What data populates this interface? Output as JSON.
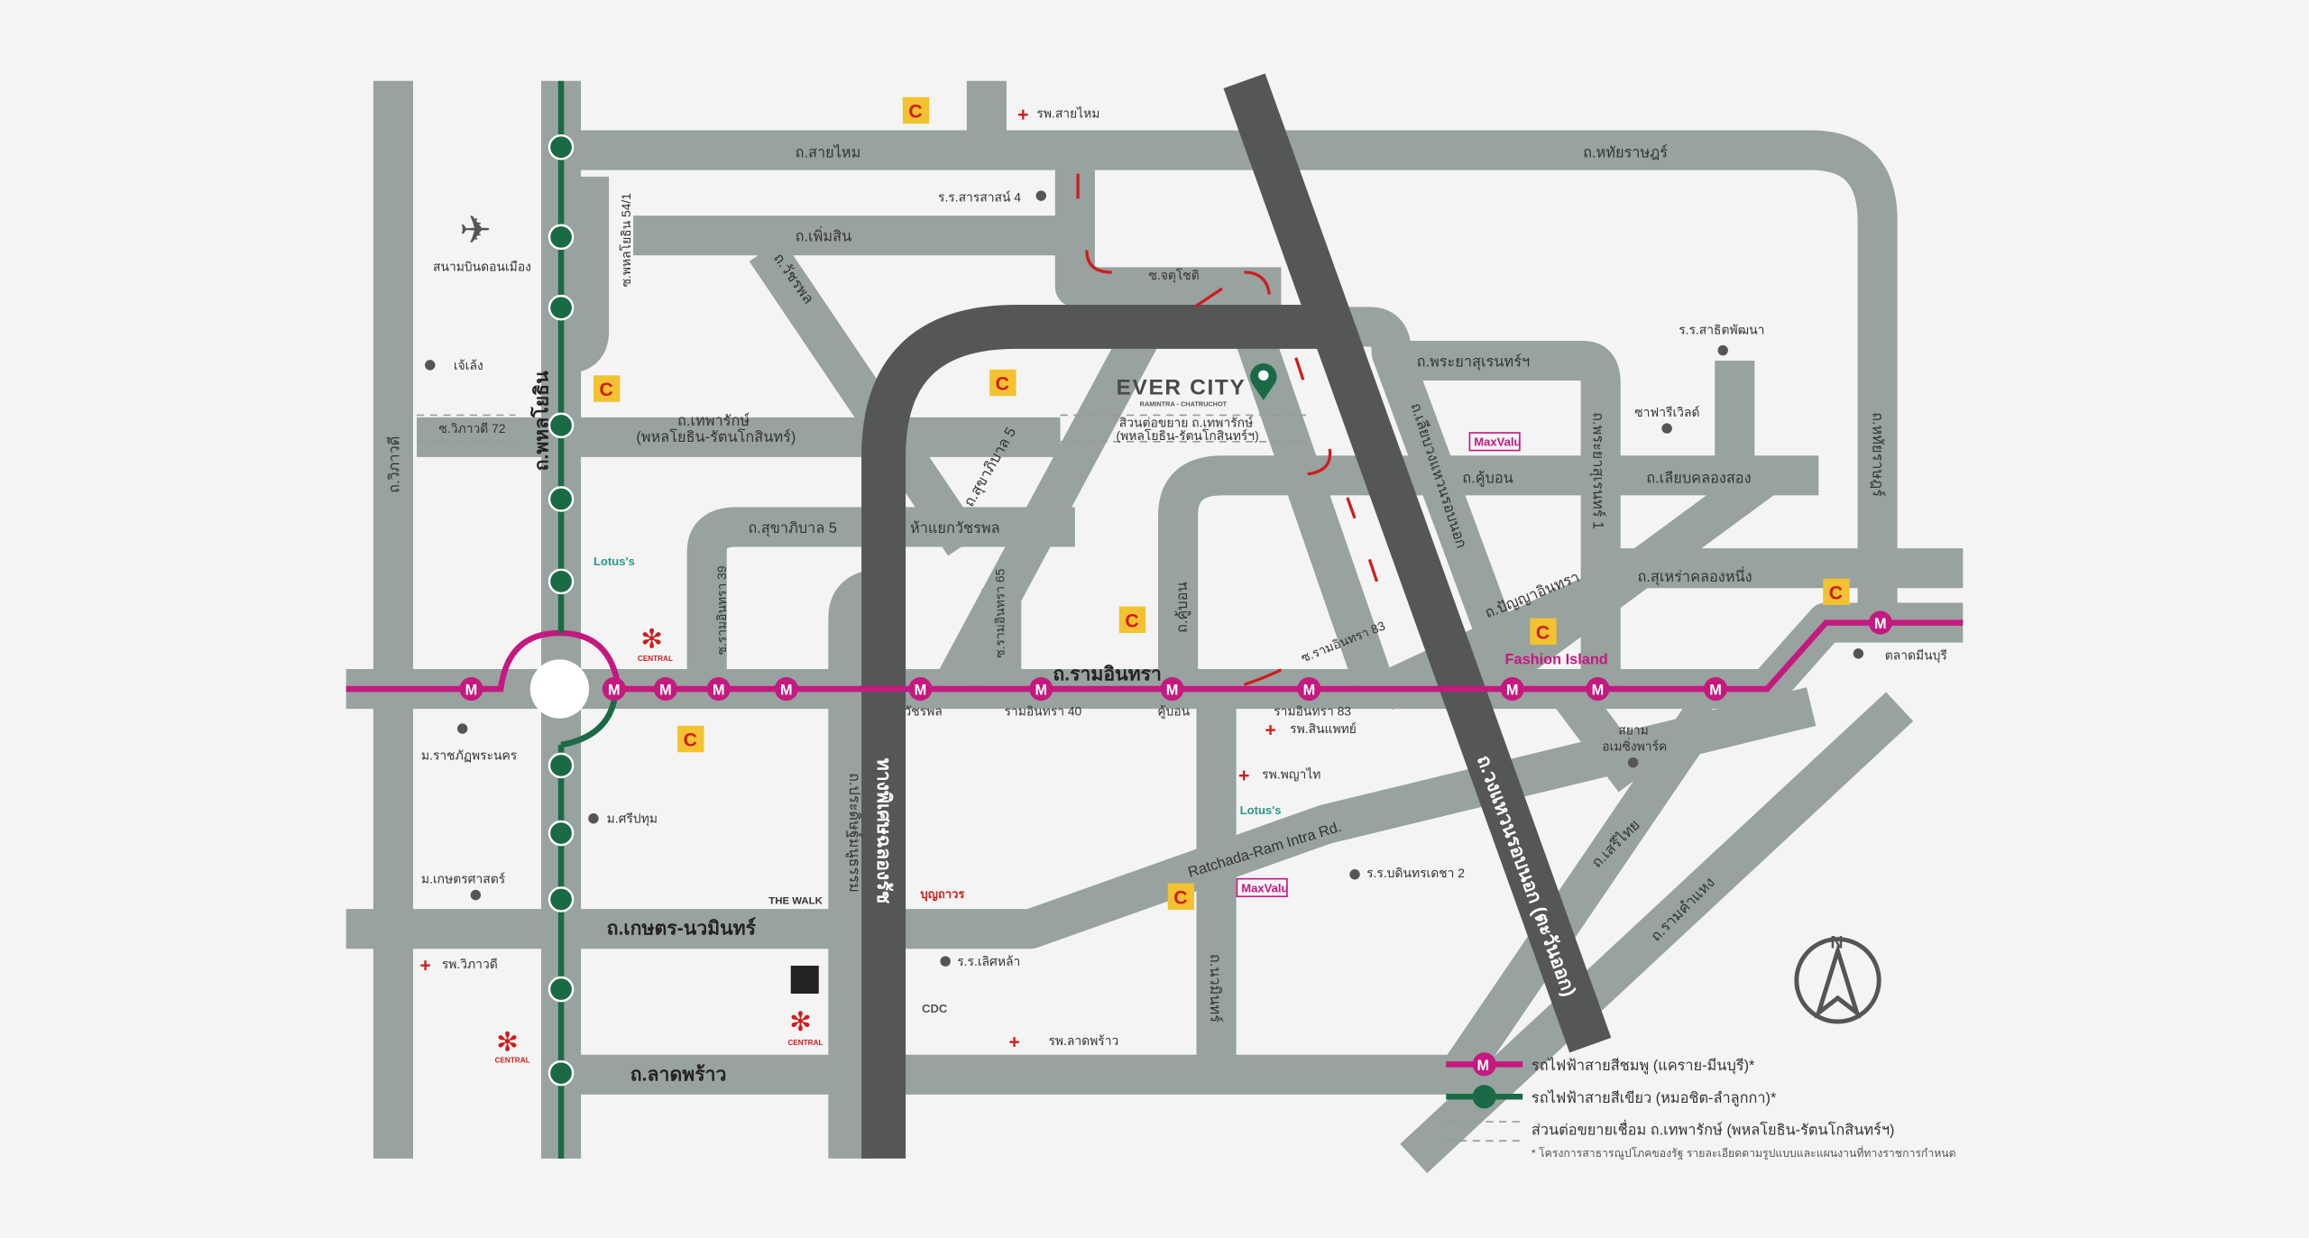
{
  "project": {
    "brand": "EVER CITY",
    "sub": "RAMINTRA - CHATRUCHOT",
    "ext1": "สิวนต่อขยาย ถ.เทพารักษ์",
    "ext2": "(พหลโยธิน-รัตนโกสินทร์ฯ)"
  },
  "roads": {
    "saimai": "ถ.สายไหม",
    "hathai": "ถ.หทัยราษฎร์",
    "hathai_v": "ถ.หทัยราษฎร์",
    "permsin": "ถ.เพิ่มสิน",
    "phahol54": "ซ.พหลโยธิน 54/1",
    "watcharapol": "ถ.วัชรพล",
    "chatuchot": "ซ.จตุโชติ",
    "phahol": "ถ.พหลโยธิน",
    "theparak1": "ถ.เทพารักษ์",
    "theparak2": "(พหลโยธิน-รัตนโกสินทร์)",
    "vibha72": "ซ.วิภาวดี 72",
    "vibha": "ถ.วิภาวดี",
    "sukha5": "ถ.สุขาภิบาล 5",
    "sukha5d": "ถ.สุขาภิบาล 5",
    "ha_yaek": "ห้าแยกวัชรพล",
    "ram39": "ซ.รามอินทรา 39",
    "ram65": "ซ.รามอินทรา 65",
    "ramintra": "ถ.รามอินทรา",
    "khubon_v": "ถ.คู้บอน",
    "ram83": "ซ.รามอินทรา 83",
    "phraya": "ถ.พระยาสุเรนทร์ฯ",
    "liab_ring": "ถ.เลียบวงแหวนรอบนอก",
    "phraya1": "ถ.พระยาสุเรนทร์ 1",
    "khubon": "ถ.คู้บอน",
    "liab_klong2": "ถ.เลียบคลองสอง",
    "panya": "ถ.ปัญญาอินทรา",
    "surao": "ถ.สุเหร่าคลองหนึ่ง",
    "pradit": "ถ.ประดิษฐ์มนูธรรม",
    "chalong": "ทางพิเศษฉลองรัช",
    "ratchada": "Ratchada-Ram Intra Rd.",
    "ring": "ถ.วงแหวนรอบนอก (ตะวันออก)",
    "serithai": "ถ.เสรีไทย",
    "kaset": "ถ.เกษตร-นวมินทร์",
    "ramkhamhaeng": "ถ.รามคำแหง",
    "nawamin": "ถ.นวมินทร์",
    "ladprao": "ถ.ลาดพร้าว"
  },
  "places": {
    "saimai_hosp": "รพ.สายไหม",
    "sarasas": "ร.ร.สารสาสน์ 4",
    "airport": "สนามบินดอนเมือง",
    "jeleng": "เจ้เล้ง",
    "satit": "ร.ร.สาธิตพัฒนา",
    "safari": "ซาฟารีเวิลด์",
    "minburi": "ตลาดมีนบุรี",
    "synphaet": "รพ.สินแพทย์",
    "siam1": "สยาม",
    "siam2": "อเมซิ่งพาร์ค",
    "rajabhat": "ม.ราชภัฏพระนคร",
    "phyathai": "รพ.พญาไท",
    "sripatum": "ม.ศรีปทุม",
    "bodin": "ร.ร.บดินทรเดชา 2",
    "ku": "ม.เกษตรศาสตร์",
    "vibha_hosp": "รพ.วิภาวดี",
    "lertla": "ร.ร.เลิศหล้า",
    "ladprao_hosp": "รพ.ลาดพร้าว"
  },
  "stations": {
    "s1": "วัชรพล",
    "s2": "รามอินทรา 40",
    "s3": "คู้บอน",
    "s4": "รามอินทรา 83"
  },
  "brands": {
    "lotus": "Lotus's",
    "central": "CENTRAL",
    "maxvalu": "MaxValu",
    "fashion": "Fashion Island",
    "thewalk": "THE WALK",
    "boonthavorn": "บุญถาวร",
    "cdc": "CDC",
    "bigc": "C",
    "m": "M",
    "north": "N"
  },
  "legend": {
    "pink": "รถไฟฟ้าสายสีชมพู (แคราย-มีนบุรี)*",
    "green": "รถไฟฟ้าสายสีเขียว (หมอชิต-ลำลูกกา)*",
    "ext": "ส่วนต่อขยายเชื่อม ถ.เทพารักษ์ (พหลโยธิน-รัตนโกสินทร์ฯ)",
    "note": "* โครงการสาธารณูปโภคของรัฐ รายละเอียดตามรูปแบบและแผนงานที่ทางราชการกำหนด"
  },
  "colors": {
    "pink": "#c4197f",
    "green": "#1a6b45",
    "road": "#98a29f",
    "express": "#545658",
    "bigc": "#f2c230"
  }
}
